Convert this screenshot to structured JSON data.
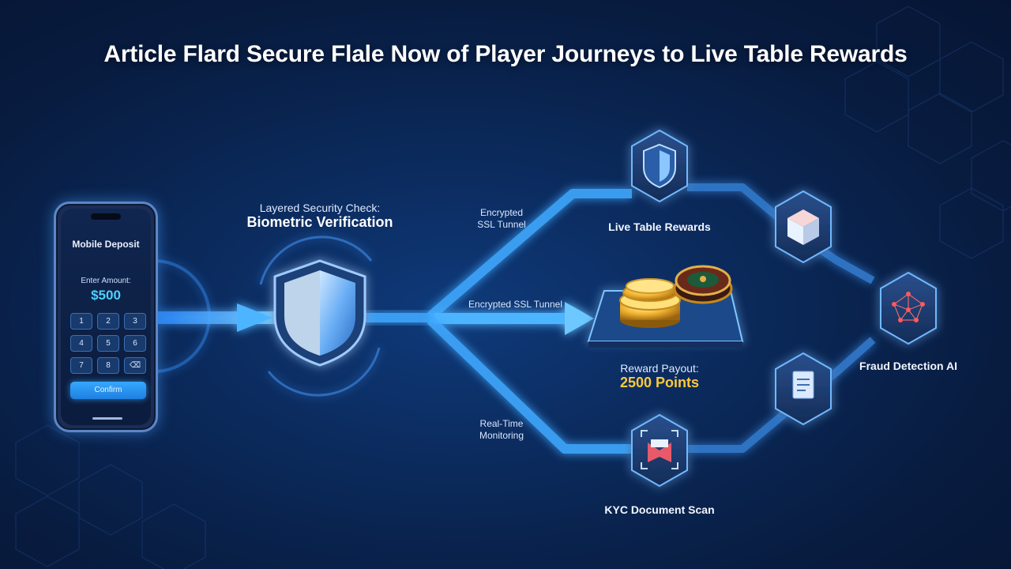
{
  "title": "Article Flard Secure Flale Now of Player Journeys to Live Table Rewards",
  "phone": {
    "title": "Mobile Deposit",
    "enter_label": "Enter Amount:",
    "amount": "$500",
    "keys": [
      "1",
      "2",
      "3",
      "4",
      "5",
      "6",
      "7",
      "8"
    ],
    "confirm_label": "Confirm"
  },
  "security": {
    "line1": "Layered Security Check:",
    "line2": "Biometric Verification"
  },
  "tunnels": {
    "top": [
      "Encrypted",
      "SSL Tunnel"
    ],
    "middle": "Encrypted SSL Tunnel",
    "bottom": [
      "Real-Time",
      "Monitoring"
    ]
  },
  "nodes": {
    "live_table_rewards": "Live Table Rewards",
    "fraud_detection": "Fraud Detection AI",
    "kyc_scan": "KYC Document Scan"
  },
  "reward": {
    "label": "Reward Payout:",
    "value": "2500 Points"
  },
  "colors": {
    "accent": "#3fa9ff",
    "glow": "#64c8ff",
    "gold": "#ffc93a",
    "background": "#0b2a5c"
  }
}
